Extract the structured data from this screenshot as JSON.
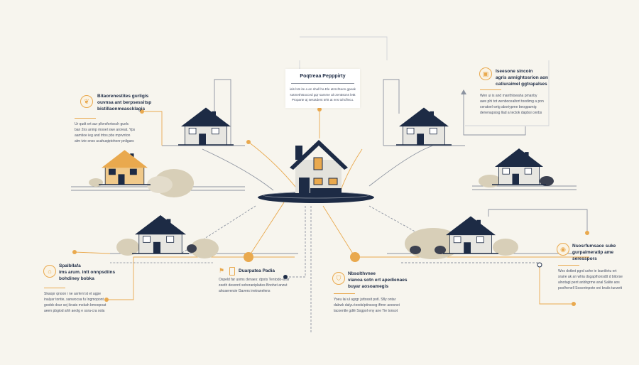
{
  "colors": {
    "navy": "#1d2b45",
    "accent": "#e9a94e",
    "wall": "#e7e6e1",
    "bush": "#d8cfb8",
    "bg": "#f7f5ee"
  },
  "center": {
    "title": "Poqtreaa Pepppirty",
    "body": [
      "ials lvts ite a an shall ha Ele atrschtaon gpeak",
      "sotmethtsocced gqr samme alt zenttsons lettt",
      "Proparte aj sesotdent teht at ens tohcflecu."
    ]
  },
  "top_left": {
    "icon": "leaf-icon",
    "title": [
      "Bitaorenestites gurligis",
      "ouvnsa ant berpsessitsp",
      "bistillaonmeascklagis"
    ],
    "body": [
      "Ur qudt ort aur plivrsfortosch guelc",
      "ban 2ns anmp mooel swe aroreat. Yps",
      "aamtioe ieg and trtos pbs mprvnton",
      "alm ivie snos ucahuqiptohonr pnligars"
    ]
  },
  "top_right": {
    "icon": "document-icon",
    "title": [
      "Iseesone sincoin",
      "agris annightosrion aon",
      "catiuraimel ggtrapalses"
    ],
    "body": [
      "Wen ui is and manthlowaha pmanby",
      "awe phi tot wenbocealtort toodimg a pon",
      "ceratoel wrtg aboriypme beogpamig",
      "denenapsisg llad a tectok dapbsi cenbs"
    ]
  },
  "bottom_left": {
    "icon": "house-frame-icon",
    "title": [
      "Spalbllafa",
      "ims arum. intt onnpsdiins",
      "bohdiney bobka"
    ],
    "body": [
      "Skaopr qnoon i ne axrlenl st et agpe",
      "inalyar tontie, sanwocsa fu Ingmopont",
      "goobb dour sej ikvats mokah bmoopoat",
      "aeen pbgiod ahh aeolg e ssra-cra oola"
    ]
  },
  "bottom_mid": {
    "icons": [
      "flag-icon",
      "phone-icon"
    ],
    "title": "Duarpatea Padia",
    "body": [
      "Ospeld far uoms dvnaes: dpots Tentodo-ansr",
      "zeeth desorrd sohoraniplaties Bnohet anzut",
      "ahoaerersie Gavers inetranelens"
    ]
  },
  "bottom_center": {
    "icon": "shield-icon",
    "title": [
      "Nbsolthvnee",
      "vianoa sotn ert apedienaes",
      "buyar aosoamegis"
    ],
    "body": [
      "Yoeu lai ul agrgr jsttossit potl. Sfly ontar",
      "dabwk dalyu teeds/ptinssog iftrnn aeesnei",
      "lacoentle gdlé Sogpol eny ane Tie tonsot"
    ]
  },
  "bottom_right": {
    "icon": "location-pin-icon",
    "title": [
      "Nsosrfumsace suke",
      "gurpaimeratip ame",
      "seresspors"
    ],
    "body": [
      "Wes dotbnt pgrd uohe ie lsuniiletu ert",
      "sraire ak an whia dsgaplhonsdtt d bitorse",
      "alnotagi pent anbhgrme anal Salite aos",
      "poolhenell Sosontnpote oni bruils tunzett"
    ]
  }
}
